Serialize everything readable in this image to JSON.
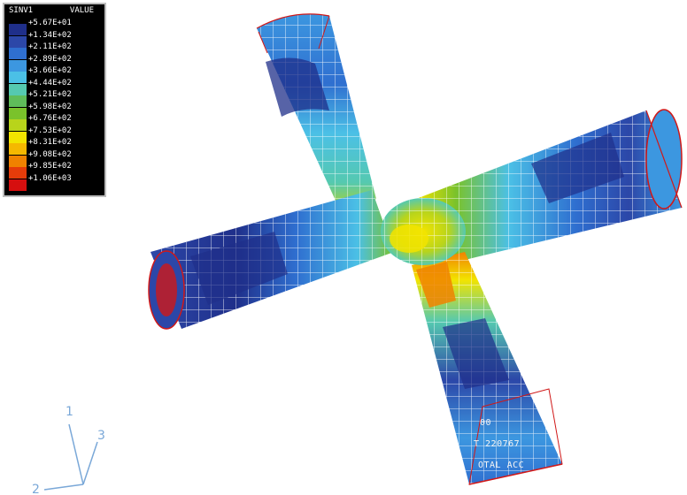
{
  "legend": {
    "variable": "SINV1",
    "header": "VALUE",
    "entries": [
      {
        "value": "+5.67E+01",
        "color": "#1f2f8a"
      },
      {
        "value": "+1.34E+02",
        "color": "#2c47a8"
      },
      {
        "value": "+2.11E+02",
        "color": "#2f6fd0"
      },
      {
        "value": "+2.89E+02",
        "color": "#3c97e0"
      },
      {
        "value": "+3.66E+02",
        "color": "#4bc0e6"
      },
      {
        "value": "+4.44E+02",
        "color": "#55c9b0"
      },
      {
        "value": "+5.21E+02",
        "color": "#5fbd5a"
      },
      {
        "value": "+5.98E+02",
        "color": "#7ac22b"
      },
      {
        "value": "+6.76E+02",
        "color": "#b8d41b"
      },
      {
        "value": "+7.53E+02",
        "color": "#f2e400"
      },
      {
        "value": "+8.31E+02",
        "color": "#f5b800"
      },
      {
        "value": "+9.08E+02",
        "color": "#f08200"
      },
      {
        "value": "+9.85E+02",
        "color": "#e63c0a"
      },
      {
        "value": "+1.06E+03",
        "color": "#d60f0f"
      }
    ]
  },
  "axes_triad": {
    "axis_1": "1",
    "axis_2": "2",
    "axis_3": "3",
    "color": "#7aa8d8"
  },
  "overlay": {
    "line_1": "00",
    "line_2": "T 220767",
    "line_3": "OTAL ACC"
  },
  "colors": {
    "mesh_lines": "#ffffff",
    "undeformed_outline": "#d01818"
  }
}
